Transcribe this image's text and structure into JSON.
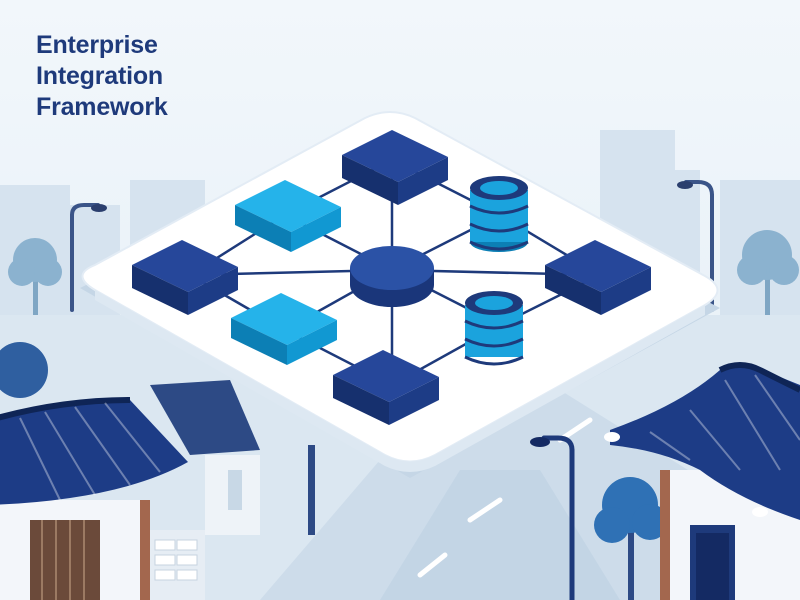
{
  "title": {
    "line1": "Enterprise",
    "line2": "Integration",
    "line3": "Framework"
  },
  "colors": {
    "navy": "#1e3a8a",
    "navy_dark": "#142a63",
    "sky": "#1ba3dd",
    "sky_dark": "#0c7fb5",
    "platform": "#ffffff",
    "background": "#e8f1f8",
    "building": "#d3e1ee",
    "tree": "#8bb2cf",
    "road": "#c8d8e6"
  },
  "icons": {
    "hub": "central-hub-icon",
    "database": "database-cylinder-icon",
    "module": "isometric-block-icon"
  }
}
